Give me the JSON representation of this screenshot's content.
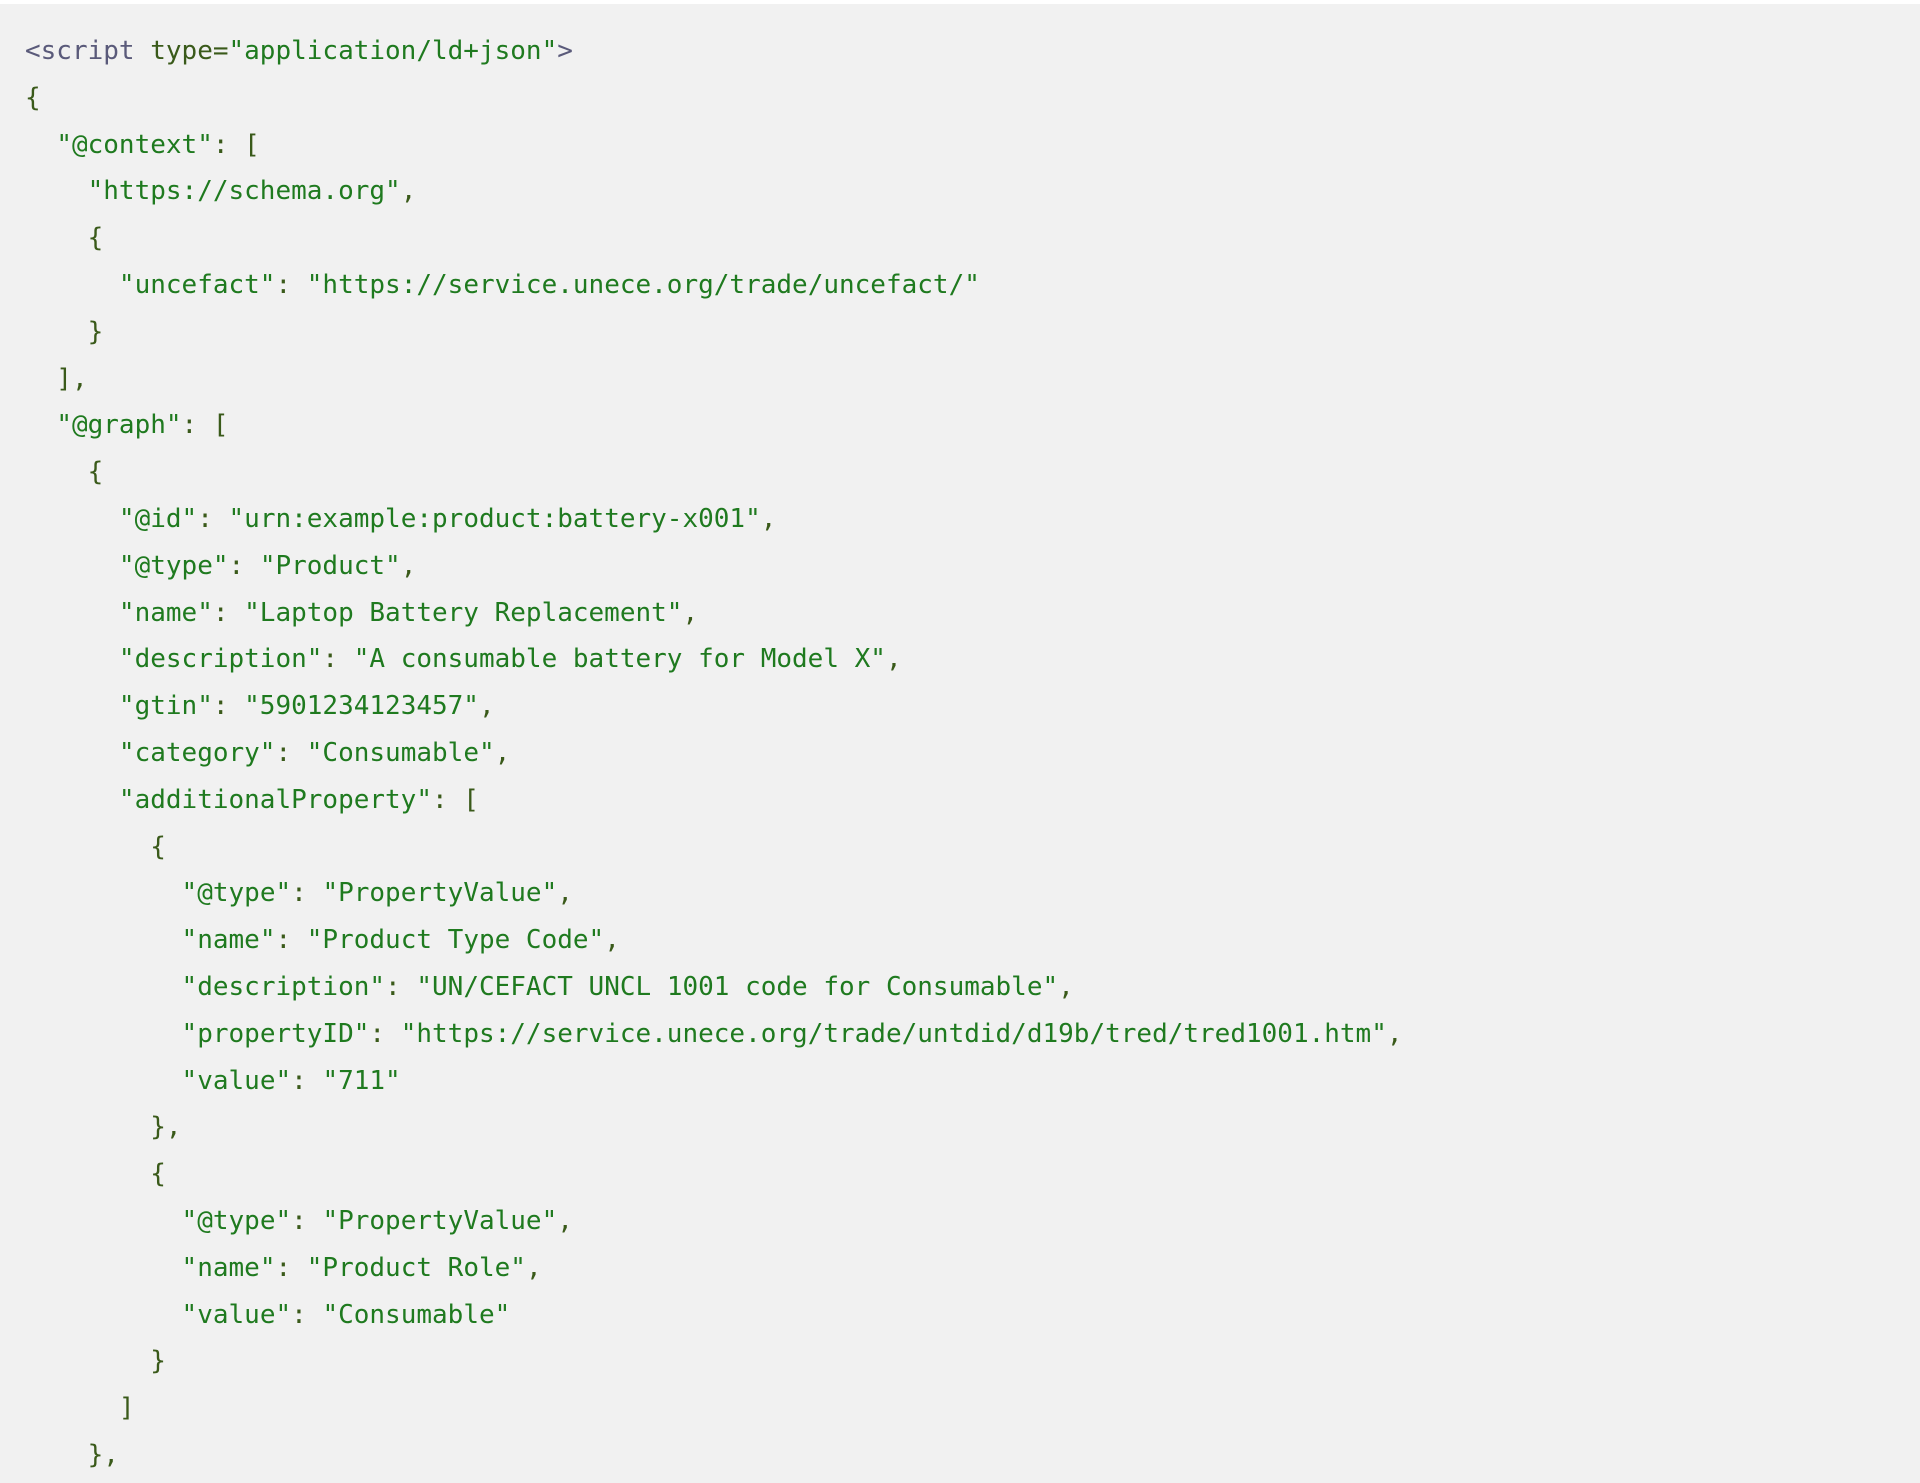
{
  "code_block": {
    "lines": [
      [
        {
          "t": "tag",
          "v": "<script"
        },
        {
          "t": "attr",
          "v": " type="
        },
        {
          "t": "str",
          "v": "\"application/ld+json\""
        },
        {
          "t": "tag",
          "v": ">"
        }
      ],
      [
        {
          "t": "punc",
          "v": "{"
        }
      ],
      [
        {
          "t": "punc",
          "v": "  "
        },
        {
          "t": "key",
          "v": "\"@context\""
        },
        {
          "t": "punc",
          "v": ": ["
        }
      ],
      [
        {
          "t": "punc",
          "v": "    "
        },
        {
          "t": "str",
          "v": "\"https://schema.org\""
        },
        {
          "t": "punc",
          "v": ","
        }
      ],
      [
        {
          "t": "punc",
          "v": "    {"
        }
      ],
      [
        {
          "t": "punc",
          "v": "      "
        },
        {
          "t": "key",
          "v": "\"uncefact\""
        },
        {
          "t": "punc",
          "v": ": "
        },
        {
          "t": "str",
          "v": "\"https://service.unece.org/trade/uncefact/\""
        }
      ],
      [
        {
          "t": "punc",
          "v": "    }"
        }
      ],
      [
        {
          "t": "punc",
          "v": "  ],"
        }
      ],
      [
        {
          "t": "punc",
          "v": "  "
        },
        {
          "t": "key",
          "v": "\"@graph\""
        },
        {
          "t": "punc",
          "v": ": ["
        }
      ],
      [
        {
          "t": "punc",
          "v": "    {"
        }
      ],
      [
        {
          "t": "punc",
          "v": "      "
        },
        {
          "t": "key",
          "v": "\"@id\""
        },
        {
          "t": "punc",
          "v": ": "
        },
        {
          "t": "str",
          "v": "\"urn:example:product:battery-x001\""
        },
        {
          "t": "punc",
          "v": ","
        }
      ],
      [
        {
          "t": "punc",
          "v": "      "
        },
        {
          "t": "key",
          "v": "\"@type\""
        },
        {
          "t": "punc",
          "v": ": "
        },
        {
          "t": "str",
          "v": "\"Product\""
        },
        {
          "t": "punc",
          "v": ","
        }
      ],
      [
        {
          "t": "punc",
          "v": "      "
        },
        {
          "t": "key",
          "v": "\"name\""
        },
        {
          "t": "punc",
          "v": ": "
        },
        {
          "t": "str",
          "v": "\"Laptop Battery Replacement\""
        },
        {
          "t": "punc",
          "v": ","
        }
      ],
      [
        {
          "t": "punc",
          "v": "      "
        },
        {
          "t": "key",
          "v": "\"description\""
        },
        {
          "t": "punc",
          "v": ": "
        },
        {
          "t": "str",
          "v": "\"A consumable battery for Model X\""
        },
        {
          "t": "punc",
          "v": ","
        }
      ],
      [
        {
          "t": "punc",
          "v": "      "
        },
        {
          "t": "key",
          "v": "\"gtin\""
        },
        {
          "t": "punc",
          "v": ": "
        },
        {
          "t": "str",
          "v": "\"5901234123457\""
        },
        {
          "t": "punc",
          "v": ","
        }
      ],
      [
        {
          "t": "punc",
          "v": "      "
        },
        {
          "t": "key",
          "v": "\"category\""
        },
        {
          "t": "punc",
          "v": ": "
        },
        {
          "t": "str",
          "v": "\"Consumable\""
        },
        {
          "t": "punc",
          "v": ","
        }
      ],
      [
        {
          "t": "punc",
          "v": "      "
        },
        {
          "t": "key",
          "v": "\"additionalProperty\""
        },
        {
          "t": "punc",
          "v": ": ["
        }
      ],
      [
        {
          "t": "punc",
          "v": "        {"
        }
      ],
      [
        {
          "t": "punc",
          "v": "          "
        },
        {
          "t": "key",
          "v": "\"@type\""
        },
        {
          "t": "punc",
          "v": ": "
        },
        {
          "t": "str",
          "v": "\"PropertyValue\""
        },
        {
          "t": "punc",
          "v": ","
        }
      ],
      [
        {
          "t": "punc",
          "v": "          "
        },
        {
          "t": "key",
          "v": "\"name\""
        },
        {
          "t": "punc",
          "v": ": "
        },
        {
          "t": "str",
          "v": "\"Product Type Code\""
        },
        {
          "t": "punc",
          "v": ","
        }
      ],
      [
        {
          "t": "punc",
          "v": "          "
        },
        {
          "t": "key",
          "v": "\"description\""
        },
        {
          "t": "punc",
          "v": ": "
        },
        {
          "t": "str",
          "v": "\"UN/CEFACT UNCL 1001 code for Consumable\""
        },
        {
          "t": "punc",
          "v": ","
        }
      ],
      [
        {
          "t": "punc",
          "v": "          "
        },
        {
          "t": "key",
          "v": "\"propertyID\""
        },
        {
          "t": "punc",
          "v": ": "
        },
        {
          "t": "str",
          "v": "\"https://service.unece.org/trade/untdid/d19b/tred/tred1001.htm\""
        },
        {
          "t": "punc",
          "v": ","
        }
      ],
      [
        {
          "t": "punc",
          "v": "          "
        },
        {
          "t": "key",
          "v": "\"value\""
        },
        {
          "t": "punc",
          "v": ": "
        },
        {
          "t": "str",
          "v": "\"711\""
        }
      ],
      [
        {
          "t": "punc",
          "v": "        },"
        }
      ],
      [
        {
          "t": "punc",
          "v": "        {"
        }
      ],
      [
        {
          "t": "punc",
          "v": "          "
        },
        {
          "t": "key",
          "v": "\"@type\""
        },
        {
          "t": "punc",
          "v": ": "
        },
        {
          "t": "str",
          "v": "\"PropertyValue\""
        },
        {
          "t": "punc",
          "v": ","
        }
      ],
      [
        {
          "t": "punc",
          "v": "          "
        },
        {
          "t": "key",
          "v": "\"name\""
        },
        {
          "t": "punc",
          "v": ": "
        },
        {
          "t": "str",
          "v": "\"Product Role\""
        },
        {
          "t": "punc",
          "v": ","
        }
      ],
      [
        {
          "t": "punc",
          "v": "          "
        },
        {
          "t": "key",
          "v": "\"value\""
        },
        {
          "t": "punc",
          "v": ": "
        },
        {
          "t": "str",
          "v": "\"Consumable\""
        }
      ],
      [
        {
          "t": "punc",
          "v": "        }"
        }
      ],
      [
        {
          "t": "punc",
          "v": "      ]"
        }
      ],
      [
        {
          "t": "punc",
          "v": "    },"
        }
      ],
      [
        {
          "t": "punc",
          "v": "    {"
        }
      ]
    ]
  }
}
